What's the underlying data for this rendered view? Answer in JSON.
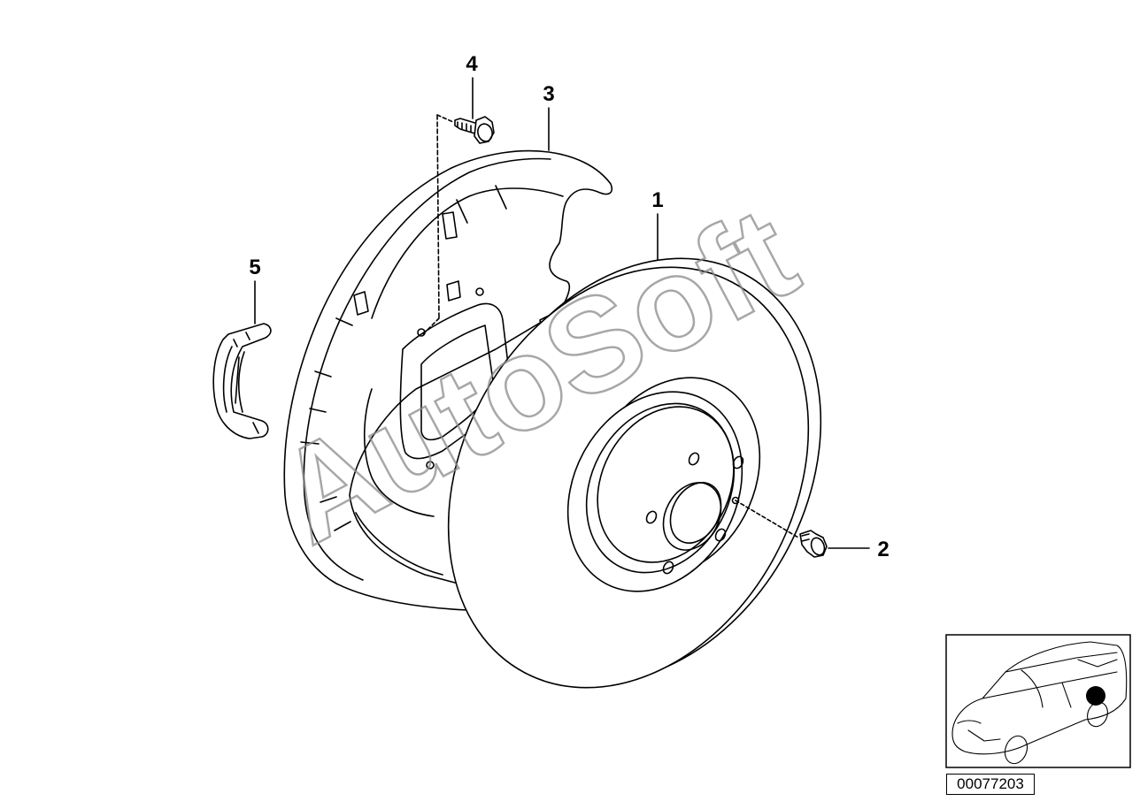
{
  "watermark": "AutoSoft",
  "callouts": {
    "c1": "1",
    "c2": "2",
    "c3": "3",
    "c4": "4",
    "c5": "5"
  },
  "reference_number": "00077203",
  "colors": {
    "line": "#000000",
    "background": "#ffffff",
    "marker": "#000000"
  }
}
